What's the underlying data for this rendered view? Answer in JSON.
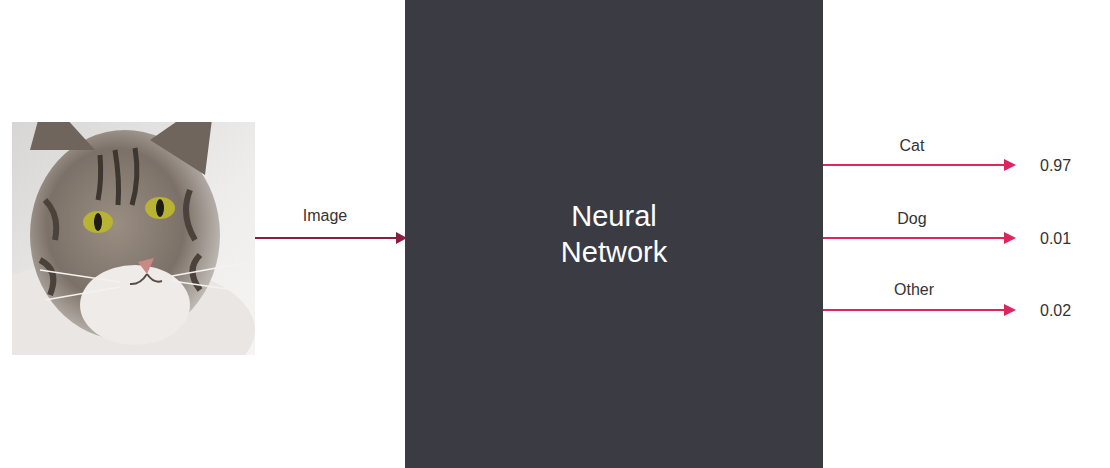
{
  "diagram": {
    "nodes": [
      {
        "text": [
          "Neural Network"
        ]
      }
    ],
    "labels": [
      "Image",
      "Cat",
      "Dog",
      "Other",
      "0.97",
      "0.01",
      "0.02"
    ]
  }
}
